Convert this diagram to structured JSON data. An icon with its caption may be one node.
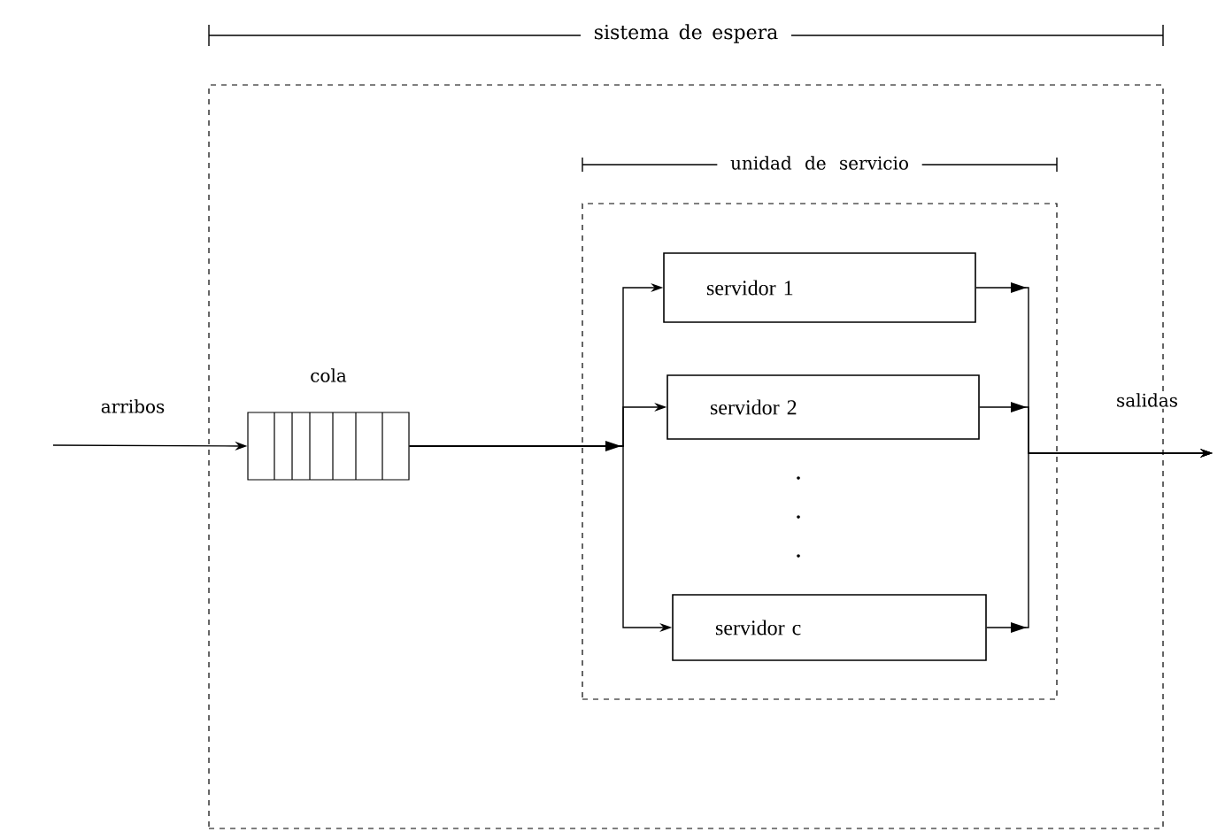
{
  "diagram": {
    "nodes": [
      {
        "text": [
          "sistema de espera"
        ]
      },
      {
        "text": [
          "unidad de servicio"
        ],
        "in": 0
      },
      {
        "text": [
          "cola"
        ],
        "in": 0
      },
      {
        "text": [
          "servidor 1"
        ],
        "in": 1
      },
      {
        "text": [
          "servidor 2"
        ],
        "in": 1
      },
      {
        "text": [
          "servidor c"
        ],
        "in": 1
      }
    ],
    "edges": [
      {
        "from": null,
        "to": 2,
        "arrow": "to",
        "label": "arribos"
      },
      {
        "from": 2,
        "to": 3,
        "arrow": "to"
      },
      {
        "from": 2,
        "to": 4,
        "arrow": "to"
      },
      {
        "from": 2,
        "to": 5,
        "arrow": "to"
      },
      {
        "from": 3,
        "to": null,
        "arrow": "to"
      },
      {
        "from": 4,
        "to": null,
        "arrow": "to"
      },
      {
        "from": 5,
        "to": null,
        "arrow": "to"
      }
    ],
    "labels": [
      "salidas"
    ]
  }
}
